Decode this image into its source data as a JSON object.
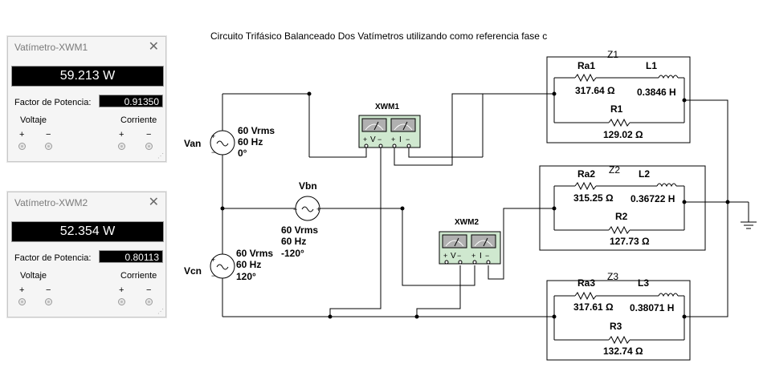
{
  "diagram_title": "Circuito Trifásico Balanceado Dos Vatímetros utilizando como referencia fase c",
  "meters": [
    {
      "title": "Vatímetro-XWM1",
      "reading": "59.213 W",
      "pf_label": "Factor de Potencia:",
      "pf_value": "0.91350",
      "voltage_label": "Voltaje",
      "current_label": "Corriente",
      "plus": "+",
      "minus": "−",
      "close_icon": "close-icon"
    },
    {
      "title": "Vatímetro-XWM2",
      "reading": "52.354 W",
      "pf_label": "Factor de Potencia:",
      "pf_value": "0.80113",
      "voltage_label": "Voltaje",
      "current_label": "Corriente",
      "plus": "+",
      "minus": "−",
      "close_icon": "close-icon"
    }
  ],
  "sources": {
    "van": {
      "name": "Van",
      "v": "60 Vrms",
      "f": "60 Hz",
      "phase": "0°"
    },
    "vbn": {
      "name": "Vbn",
      "v": "60 Vrms",
      "f": "60 Hz",
      "phase": "-120°"
    },
    "vcn": {
      "name": "Vcn",
      "v": "60 Vrms",
      "f": "60 Hz",
      "phase": "120°"
    }
  },
  "wattmeter_blocks": {
    "xwm1": {
      "name": "XWM1",
      "v_label": "V",
      "i_label": "I"
    },
    "xwm2": {
      "name": "XWM2",
      "v_label": "V",
      "i_label": "I"
    }
  },
  "loads": {
    "z1": {
      "name": "Z1",
      "ra": "Ra1",
      "ra_val": "317.64 Ω",
      "l": "L1",
      "l_val": "0.3846 H",
      "r": "R1",
      "r_val": "129.02 Ω"
    },
    "z2": {
      "name": "Z2",
      "ra": "Ra2",
      "ra_val": "315.25 Ω",
      "l": "L2",
      "l_val": "0.36722 H",
      "r": "R2",
      "r_val": "127.73 Ω"
    },
    "z3": {
      "name": "Z3",
      "ra": "Ra3",
      "ra_val": "317.61 Ω",
      "l": "L3",
      "l_val": "0.38071 H",
      "r": "R3",
      "r_val": "132.74 Ω"
    }
  },
  "colors": {
    "wire": "#000000",
    "meter_face": "#cfe8cf",
    "meter_dial": "#b0b0b0",
    "display_bg": "#000000"
  }
}
